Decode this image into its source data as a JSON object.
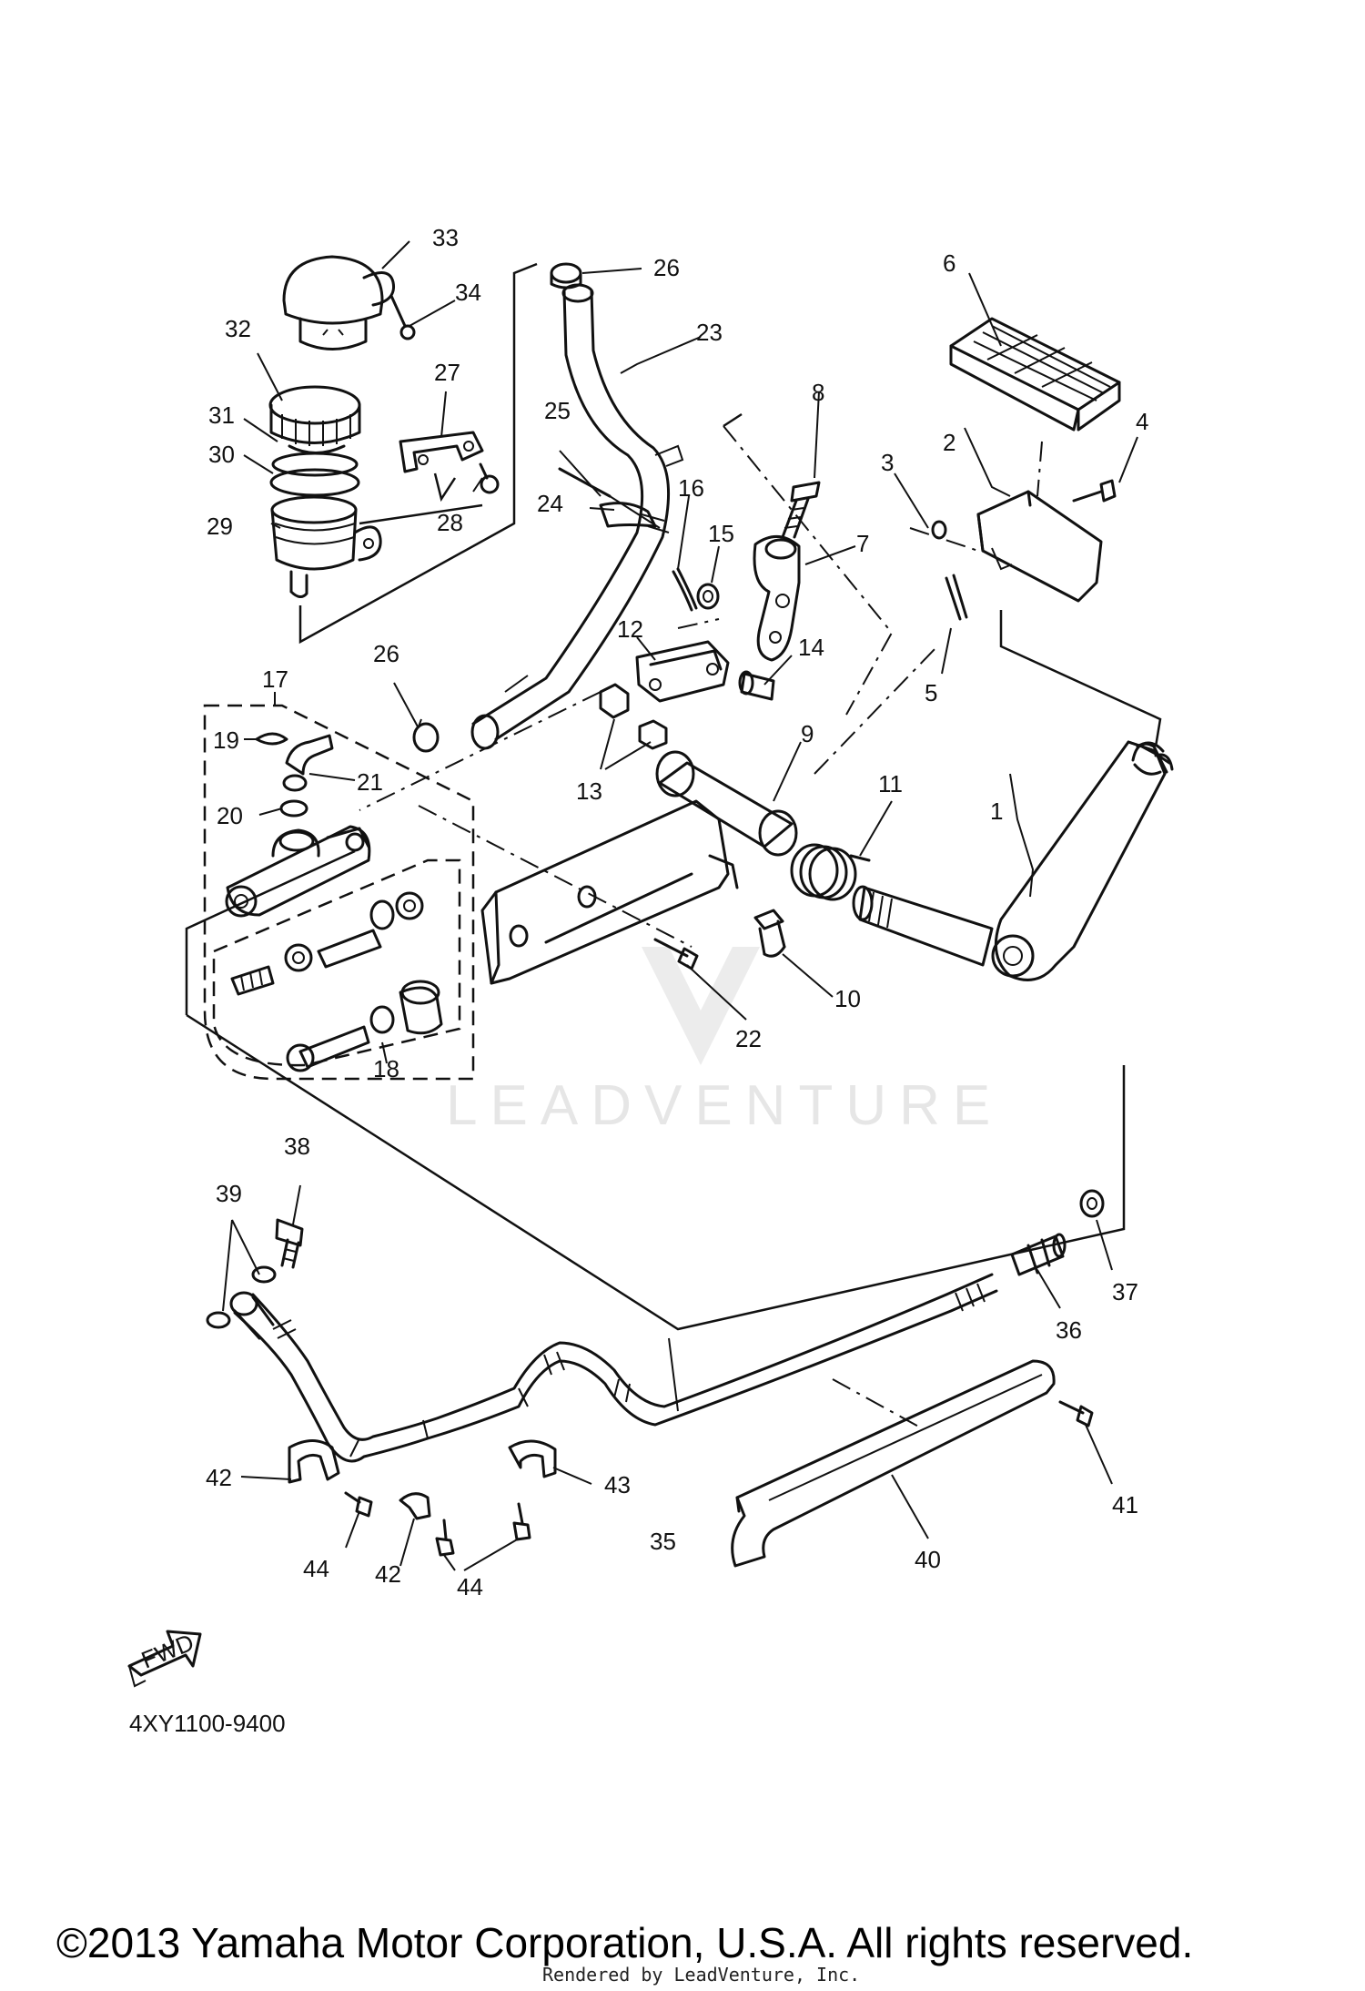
{
  "watermark": "LEADVENTURE",
  "drawing_code": "4XY1100-9400",
  "fwd_label": "FWD",
  "copyright": "©2013 Yamaha Motor Corporation, U.S.A. All rights reserved.",
  "rendered_by": "Rendered by LeadVenture, Inc.",
  "callouts": {
    "c1": "1",
    "c2": "2",
    "c3": "3",
    "c4": "4",
    "c5": "5",
    "c6": "6",
    "c7": "7",
    "c8": "8",
    "c9": "9",
    "c10": "10",
    "c11": "11",
    "c12": "12",
    "c13": "13",
    "c14": "14",
    "c15": "15",
    "c16": "16",
    "c17": "17",
    "c18": "18",
    "c19": "19",
    "c20": "20",
    "c21": "21",
    "c22": "22",
    "c23": "23",
    "c24": "24",
    "c25": "25",
    "c26a": "26",
    "c26b": "26",
    "c27": "27",
    "c28": "28",
    "c29": "29",
    "c30": "30",
    "c31": "31",
    "c32": "32",
    "c33": "33",
    "c34": "34",
    "c35": "35",
    "c36": "36",
    "c37": "37",
    "c38": "38",
    "c39": "39",
    "c40": "40",
    "c41": "41",
    "c42a": "42",
    "c42b": "42",
    "c43": "43",
    "c44a": "44",
    "c44b": "44"
  }
}
